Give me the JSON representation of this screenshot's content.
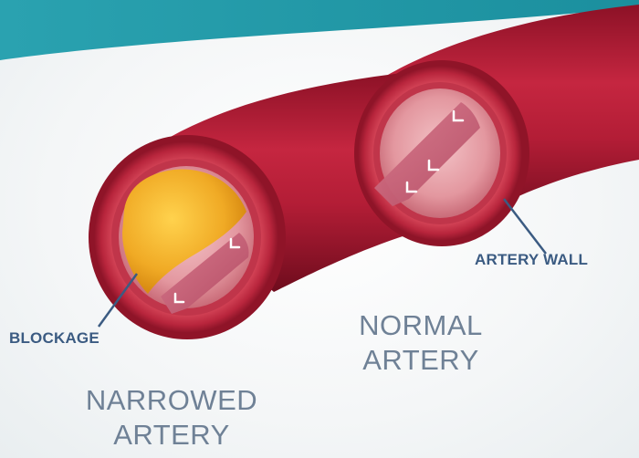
{
  "labels": {
    "blockage": "BLOCKAGE",
    "artery_wall": "ARTERY WALL",
    "normal_line1": "NORMAL",
    "normal_line2": "ARTERY",
    "narrowed_line1": "NARROWED",
    "narrowed_line2": "ARTERY"
  },
  "colors": {
    "header_band": "#1f97a6",
    "artery_outer": "#b01c35",
    "artery_dark": "#7a0f22",
    "artery_wall_ring": "#c83448",
    "lumen": "#e8a7ae",
    "blood_flow": "#c8607a",
    "plaque": "#f2b52e",
    "label_small": "#3b5b82",
    "label_large": "#6f8196"
  }
}
